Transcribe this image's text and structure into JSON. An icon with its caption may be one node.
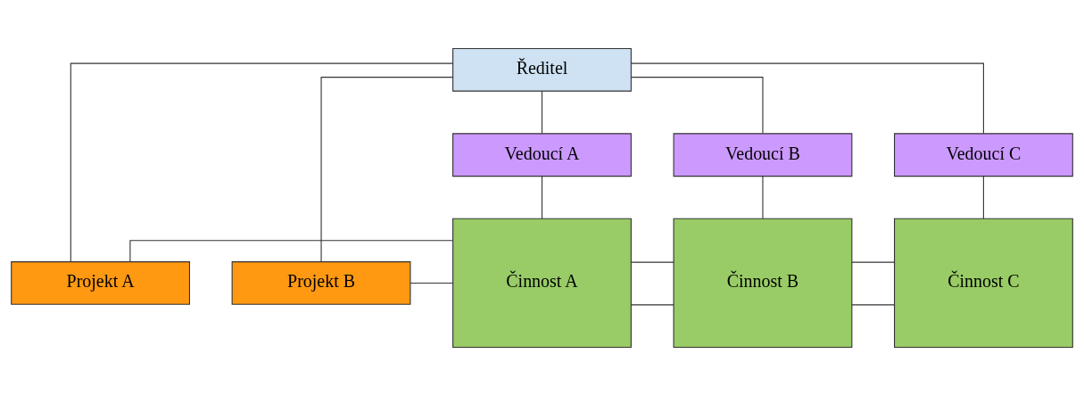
{
  "diagram": {
    "nodes": [
      {
        "text": [
          "Ředitel"
        ]
      },
      {
        "text": [
          "Vedoucí A"
        ]
      },
      {
        "text": [
          "Vedoucí B"
        ]
      },
      {
        "text": [
          "Vedoucí C"
        ]
      },
      {
        "text": [
          "Projekt A"
        ]
      },
      {
        "text": [
          "Projekt B"
        ]
      },
      {
        "text": [
          "Činnost A"
        ]
      },
      {
        "text": [
          "Činnost B"
        ]
      },
      {
        "text": [
          "Činnost C"
        ]
      }
    ],
    "edges": [
      {
        "from": 0,
        "to": 1,
        "arrow": "none"
      },
      {
        "from": 0,
        "to": 2,
        "arrow": "none"
      },
      {
        "from": 0,
        "to": 3,
        "arrow": "none"
      },
      {
        "from": 0,
        "to": 4,
        "arrow": "none"
      },
      {
        "from": 0,
        "to": 5,
        "arrow": "none"
      },
      {
        "from": 1,
        "to": 6,
        "arrow": "none"
      },
      {
        "from": 2,
        "to": 7,
        "arrow": "none"
      },
      {
        "from": 3,
        "to": 8,
        "arrow": "none"
      },
      {
        "from": 4,
        "to": 6,
        "arrow": "none"
      },
      {
        "from": 6,
        "to": 7,
        "arrow": "none"
      },
      {
        "from": 7,
        "to": 8,
        "arrow": "none"
      },
      {
        "from": 5,
        "to": 6,
        "arrow": "none"
      },
      {
        "from": 6,
        "to": 7,
        "arrow": "none"
      },
      {
        "from": 7,
        "to": 8,
        "arrow": "none"
      }
    ]
  }
}
